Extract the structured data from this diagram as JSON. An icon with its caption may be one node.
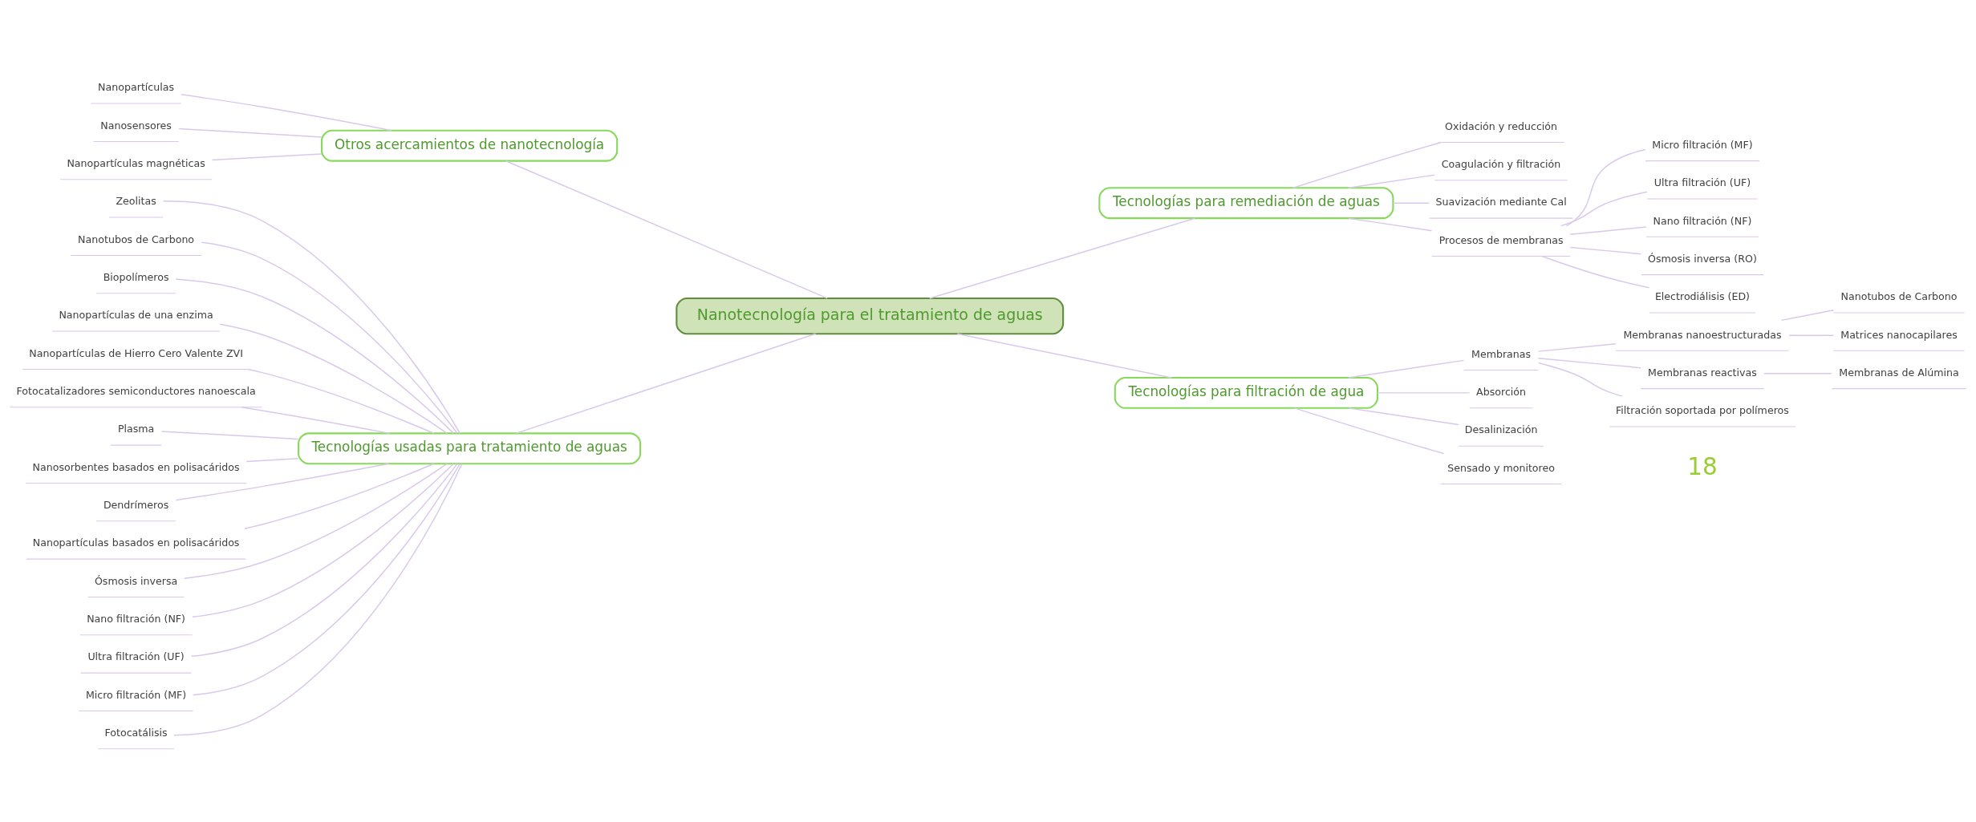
{
  "diagram": {
    "nodes": [
      {
        "text": [
          "Nanotecnología para el tratamiento de aguas"
        ]
      },
      {
        "text": [
          "Otros acercamientos de nanotecnología"
        ]
      },
      {
        "text": [
          "Nanopartículas"
        ]
      },
      {
        "text": [
          "Nanosensores"
        ]
      },
      {
        "text": [
          "Nanopartículas magnéticas"
        ]
      },
      {
        "text": [
          "Tecnologías usadas para tratamiento de aguas"
        ]
      },
      {
        "text": [
          "Zeolitas"
        ]
      },
      {
        "text": [
          "Nanotubos de Carbono"
        ]
      },
      {
        "text": [
          "Biopolímeros"
        ]
      },
      {
        "text": [
          "Nanopartículas de una enzima"
        ]
      },
      {
        "text": [
          "Nanopartículas de Hierro Cero Valente ZVI"
        ]
      },
      {
        "text": [
          "Fotocatalizadores semiconductores nanoescala"
        ]
      },
      {
        "text": [
          "Plasma"
        ]
      },
      {
        "text": [
          "Nanosorbentes basados en polisacáridos"
        ]
      },
      {
        "text": [
          "Dendrímeros"
        ]
      },
      {
        "text": [
          "Nanopartículas basados en polisacáridos"
        ]
      },
      {
        "text": [
          "Ósmosis inversa"
        ]
      },
      {
        "text": [
          "Nano filtración (NF)"
        ]
      },
      {
        "text": [
          "Ultra filtración (UF)"
        ]
      },
      {
        "text": [
          "Micro filtración (MF)"
        ]
      },
      {
        "text": [
          "Fotocatálisis"
        ]
      },
      {
        "text": [
          "Tecnologías para remediación de aguas"
        ]
      },
      {
        "text": [
          "Oxidación y reducción"
        ]
      },
      {
        "text": [
          "Coagulación y filtración"
        ]
      },
      {
        "text": [
          "Suavización mediante Cal"
        ]
      },
      {
        "text": [
          "Procesos de membranas"
        ]
      },
      {
        "text": [
          "Micro filtración (MF)"
        ]
      },
      {
        "text": [
          "Ultra filtración (UF)"
        ]
      },
      {
        "text": [
          "Nano filtración (NF)"
        ]
      },
      {
        "text": [
          "Ósmosis inversa (RO)"
        ]
      },
      {
        "text": [
          "Electrodiálisis (ED)"
        ]
      },
      {
        "text": [
          "Tecnologías para filtración de agua"
        ]
      },
      {
        "text": [
          "Membranas"
        ]
      },
      {
        "text": [
          "Membranas nanoestructuradas"
        ]
      },
      {
        "text": [
          "Nanotubos de Carbono"
        ]
      },
      {
        "text": [
          "Matrices nanocapilares"
        ]
      },
      {
        "text": [
          "Membranas reactivas"
        ]
      },
      {
        "text": [
          "Membranas de Alúmina"
        ]
      },
      {
        "text": [
          "Filtración soportada por polímeros"
        ]
      },
      {
        "text": [
          "Absorción"
        ]
      },
      {
        "text": [
          "Desalinización"
        ]
      },
      {
        "text": [
          "Sensado y monitoreo"
        ]
      }
    ],
    "edges": [
      {
        "from": 0,
        "to": 1,
        "arrow": "none"
      },
      {
        "from": 1,
        "to": 2,
        "arrow": "none"
      },
      {
        "from": 1,
        "to": 3,
        "arrow": "none"
      },
      {
        "from": 1,
        "to": 4,
        "arrow": "none"
      },
      {
        "from": 0,
        "to": 5,
        "arrow": "none"
      },
      {
        "from": 5,
        "to": 6,
        "arrow": "none"
      },
      {
        "from": 5,
        "to": 7,
        "arrow": "none"
      },
      {
        "from": 5,
        "to": 8,
        "arrow": "none"
      },
      {
        "from": 5,
        "to": 9,
        "arrow": "none"
      },
      {
        "from": 5,
        "to": 10,
        "arrow": "none"
      },
      {
        "from": 5,
        "to": 11,
        "arrow": "none"
      },
      {
        "from": 5,
        "to": 12,
        "arrow": "none"
      },
      {
        "from": 5,
        "to": 13,
        "arrow": "none"
      },
      {
        "from": 5,
        "to": 14,
        "arrow": "none"
      },
      {
        "from": 5,
        "to": 15,
        "arrow": "none"
      },
      {
        "from": 5,
        "to": 16,
        "arrow": "none"
      },
      {
        "from": 5,
        "to": 17,
        "arrow": "none"
      },
      {
        "from": 5,
        "to": 18,
        "arrow": "none"
      },
      {
        "from": 5,
        "to": 19,
        "arrow": "none"
      },
      {
        "from": 5,
        "to": 20,
        "arrow": "none"
      },
      {
        "from": 0,
        "to": 21,
        "arrow": "none"
      },
      {
        "from": 21,
        "to": 22,
        "arrow": "none"
      },
      {
        "from": 21,
        "to": 23,
        "arrow": "none"
      },
      {
        "from": 21,
        "to": 24,
        "arrow": "none"
      },
      {
        "from": 21,
        "to": 25,
        "arrow": "none"
      },
      {
        "from": 25,
        "to": 26,
        "arrow": "none"
      },
      {
        "from": 25,
        "to": 27,
        "arrow": "none"
      },
      {
        "from": 25,
        "to": 28,
        "arrow": "none"
      },
      {
        "from": 25,
        "to": 29,
        "arrow": "none"
      },
      {
        "from": 25,
        "to": 30,
        "arrow": "none"
      },
      {
        "from": 0,
        "to": 31,
        "arrow": "none"
      },
      {
        "from": 31,
        "to": 32,
        "arrow": "none"
      },
      {
        "from": 32,
        "to": 33,
        "arrow": "none"
      },
      {
        "from": 33,
        "to": 34,
        "arrow": "none"
      },
      {
        "from": 33,
        "to": 35,
        "arrow": "none"
      },
      {
        "from": 32,
        "to": 36,
        "arrow": "none"
      },
      {
        "from": 36,
        "to": 37,
        "arrow": "none"
      },
      {
        "from": 32,
        "to": 38,
        "arrow": "none"
      },
      {
        "from": 31,
        "to": 39,
        "arrow": "none"
      },
      {
        "from": 31,
        "to": 40,
        "arrow": "none"
      },
      {
        "from": 31,
        "to": 41,
        "arrow": "none"
      }
    ],
    "labels": [
      "18"
    ]
  }
}
